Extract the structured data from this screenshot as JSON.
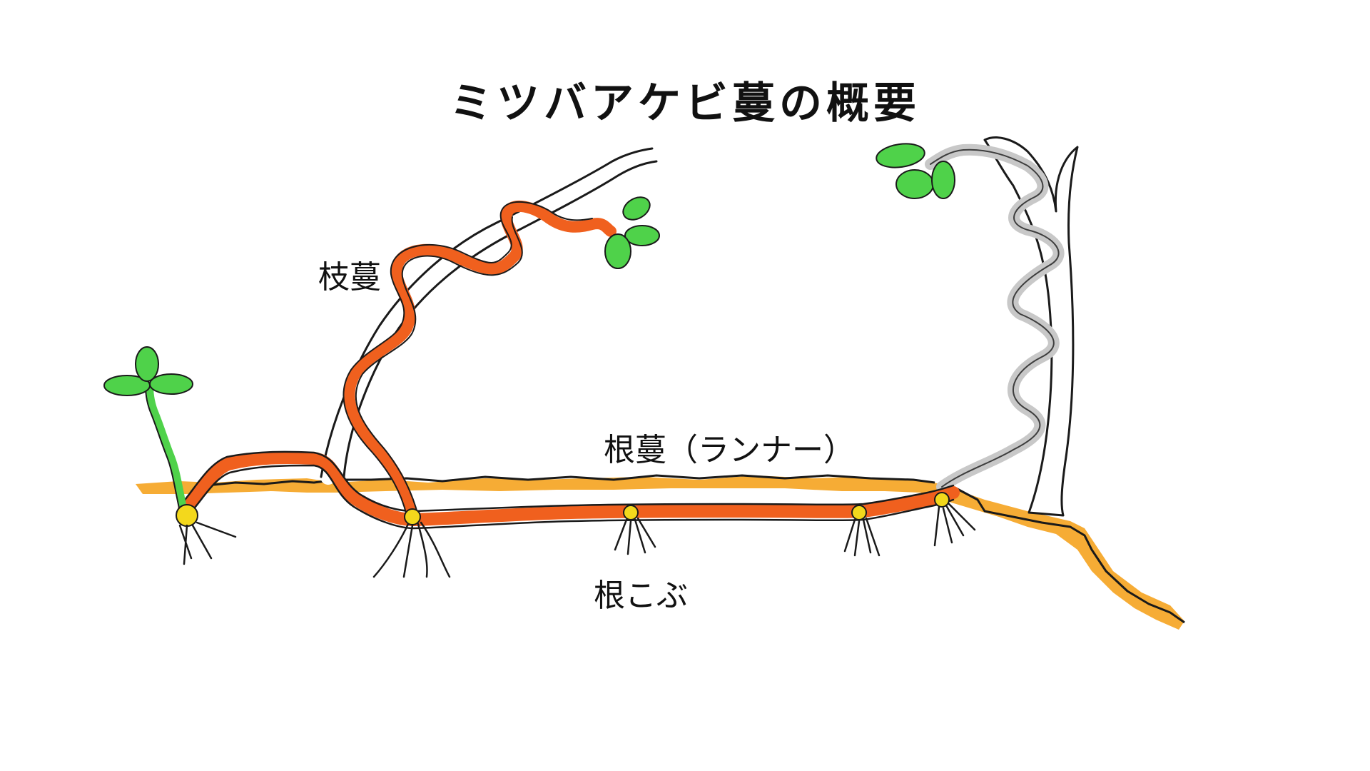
{
  "title": "ミツバアケビ蔓の概要",
  "labels": {
    "branch_vine": "枝蔓",
    "runner": "根蔓（ランナー）",
    "root_nodule": "根こぶ"
  },
  "colors": {
    "runner_fill": "#f0601e",
    "runner_light": "#f4a27a",
    "ground": "#f5a31f",
    "leaf": "#4fd24a",
    "nodule": "#f3d81c",
    "old_vine": "#c8c8c8",
    "outline": "#1a1a1a"
  }
}
